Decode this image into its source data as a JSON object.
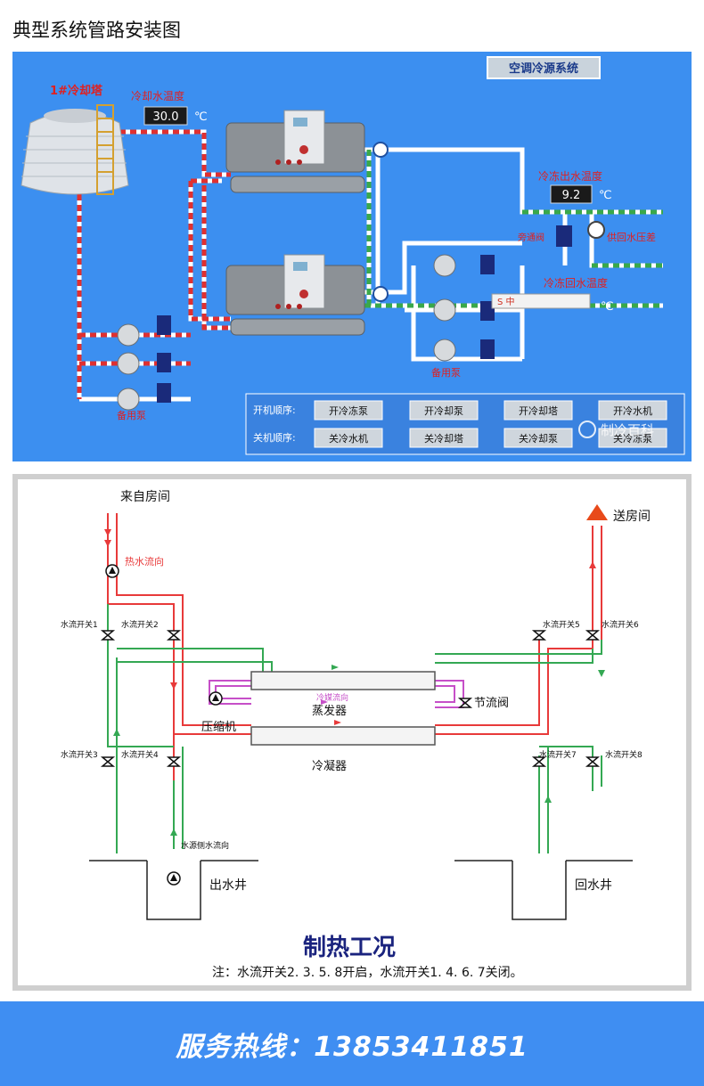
{
  "page_title": "典型系统管路安装图",
  "top_diagram": {
    "system_button": "空调冷源系统",
    "cooling_tower_label": "1#冷却塔",
    "cooling_water_temp_label": "冷却水温度",
    "cooling_water_temp_value": "30.0",
    "chilled_out_temp_label": "冷冻出水温度",
    "chilled_out_temp_value": "9.2",
    "chilled_return_temp_label": "冷冻回水温度",
    "unit_c": "℃",
    "bypass_valve_label": "旁通阀",
    "pressure_diff_label": "供回水压差",
    "standby_pump_right": "备用泵",
    "standby_pump_left": "备用泵",
    "start_seq_label": "开机顺序:",
    "stop_seq_label": "关机顺序:",
    "start_buttons": [
      "开冷冻泵",
      "开冷却泵",
      "开冷却塔",
      "开冷水机"
    ],
    "stop_buttons": [
      "关冷水机",
      "关冷却塔",
      "关冷却泵",
      "关冷冻泵"
    ],
    "watermark": "制冷百科",
    "ime_toolbar": "S 中"
  },
  "bottom_diagram": {
    "from_room": "来自房间",
    "to_room": "送房间",
    "hot_water_flow": "热水流向",
    "switch_1": "水流开关1",
    "switch_2": "水流开关2",
    "switch_3": "水流开关3",
    "switch_4": "水流开关4",
    "switch_5": "水流开关5",
    "switch_6": "水流开关6",
    "switch_7": "水流开关7",
    "switch_8": "水流开关8",
    "refrigerant_flow": "冷媒流向",
    "evaporator": "蒸发器",
    "expansion_valve": "节流阀",
    "compressor": "压缩机",
    "condenser": "冷凝器",
    "source_water_flow": "水源侧水流向",
    "outlet_well": "出水井",
    "return_well": "回水井",
    "mode_title": "制热工况",
    "note": "注：水流开关2. 3. 5. 8开启，水流开关1. 4. 6. 7关闭。"
  },
  "footer": {
    "hotline": "服务热线：13853411851"
  }
}
